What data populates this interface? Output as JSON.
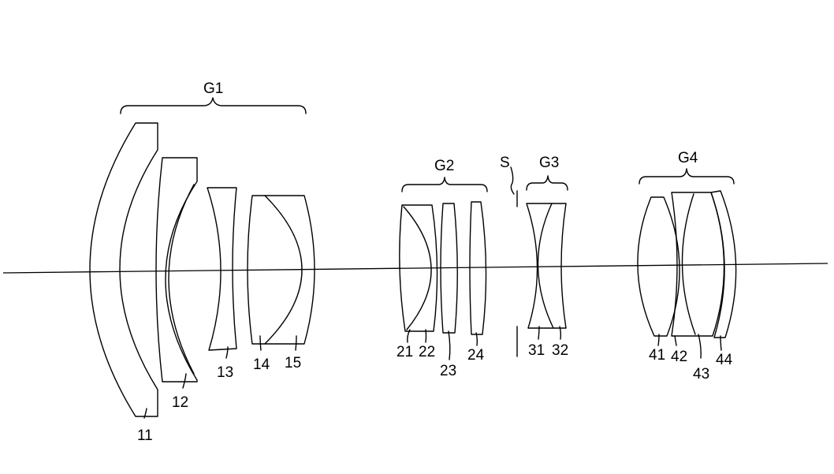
{
  "groups": {
    "g1": "G1",
    "g2": "G2",
    "g3": "G3",
    "g4": "G4",
    "stop": "S"
  },
  "lenses": {
    "l11": "11",
    "l12": "12",
    "l13": "13",
    "l14": "14",
    "l15": "15",
    "l21": "21",
    "l22": "22",
    "l23": "23",
    "l24": "24",
    "l31": "31",
    "l32": "32",
    "l41": "41",
    "l42": "42",
    "l43": "43",
    "l44": "44"
  }
}
